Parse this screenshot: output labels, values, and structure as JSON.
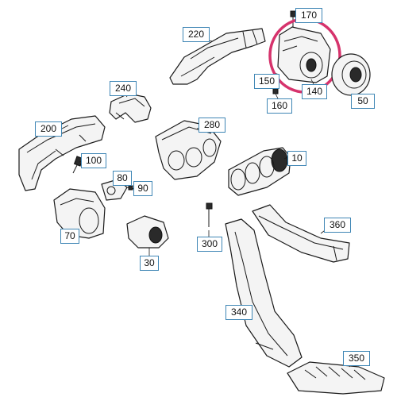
{
  "colors": {
    "callout_border": "#3f86b5",
    "highlight_ring": "#d6336c",
    "line": "#1a1a1a"
  },
  "callouts": [
    {
      "id": "10",
      "label": "10"
    },
    {
      "id": "30",
      "label": "30"
    },
    {
      "id": "50",
      "label": "50"
    },
    {
      "id": "70",
      "label": "70"
    },
    {
      "id": "80",
      "label": "80"
    },
    {
      "id": "90",
      "label": "90"
    },
    {
      "id": "100",
      "label": "100"
    },
    {
      "id": "140",
      "label": "140"
    },
    {
      "id": "150",
      "label": "150"
    },
    {
      "id": "160",
      "label": "160"
    },
    {
      "id": "170",
      "label": "170"
    },
    {
      "id": "200",
      "label": "200"
    },
    {
      "id": "220",
      "label": "220"
    },
    {
      "id": "240",
      "label": "240"
    },
    {
      "id": "280",
      "label": "280"
    },
    {
      "id": "300",
      "label": "300"
    },
    {
      "id": "340",
      "label": "340"
    },
    {
      "id": "350",
      "label": "350"
    },
    {
      "id": "360",
      "label": "360"
    }
  ],
  "highlighted_part": "140"
}
